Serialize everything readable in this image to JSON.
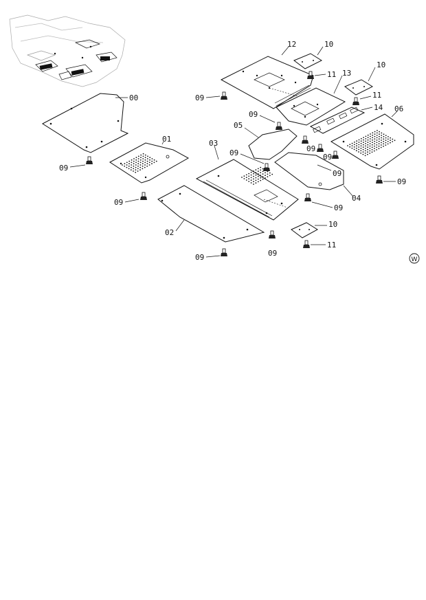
{
  "parts": {
    "p00": "00",
    "p01": "01",
    "p02": "02",
    "p03": "03",
    "p04": "04",
    "p05": "05",
    "p06": "06",
    "p09": "09",
    "p10": "10",
    "p11": "11",
    "p12": "12",
    "p13": "13",
    "p14": "14"
  },
  "view_marker": "W"
}
